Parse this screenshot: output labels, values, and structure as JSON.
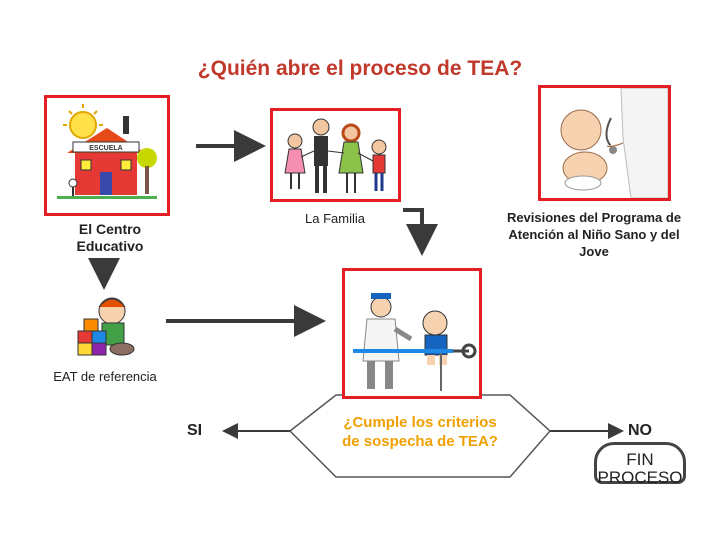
{
  "title": "¿Quién abre el proceso de TEA?",
  "nodes": {
    "centro_educativo": "El Centro Educativo",
    "familia": "La Familia",
    "revisiones": "Revisiones del Programa de Atención al Niño Sano y del Jove",
    "eat": "EAT de referencia"
  },
  "school_sign": "ESCUELA",
  "decision": {
    "question_line1": "¿Cumple los criterios",
    "question_line2": "de  sospecha de TEA?",
    "yes": "SI",
    "no": "NO"
  },
  "end": {
    "line1": "FIN",
    "line2": "PROCESO"
  }
}
